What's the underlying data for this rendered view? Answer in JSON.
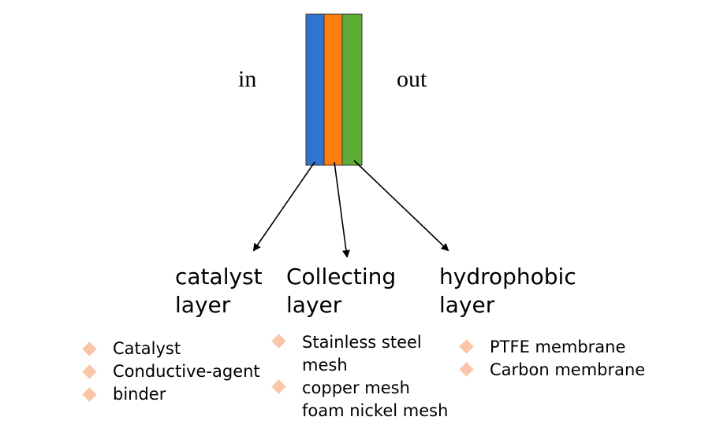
{
  "labels": {
    "in": "in",
    "out": "out"
  },
  "colors": {
    "blue": "#3174CF",
    "orange": "#FF7F0E",
    "green": "#5EAE36",
    "bullet": "#F9C6A8"
  },
  "layers": [
    {
      "title": [
        "catalyst",
        "layer"
      ],
      "items": [
        [
          "Catalyst"
        ],
        [
          "Conductive-agent"
        ],
        [
          "binder"
        ]
      ]
    },
    {
      "title": [
        "Collecting",
        "layer"
      ],
      "items": [
        [
          "Stainless steel",
          "mesh"
        ],
        [
          "copper mesh",
          "foam nickel mesh"
        ]
      ]
    },
    {
      "title": [
        "hydrophobic",
        "layer"
      ],
      "items": [
        [
          "PTFE membrane"
        ],
        [
          "Carbon membrane"
        ]
      ]
    }
  ]
}
